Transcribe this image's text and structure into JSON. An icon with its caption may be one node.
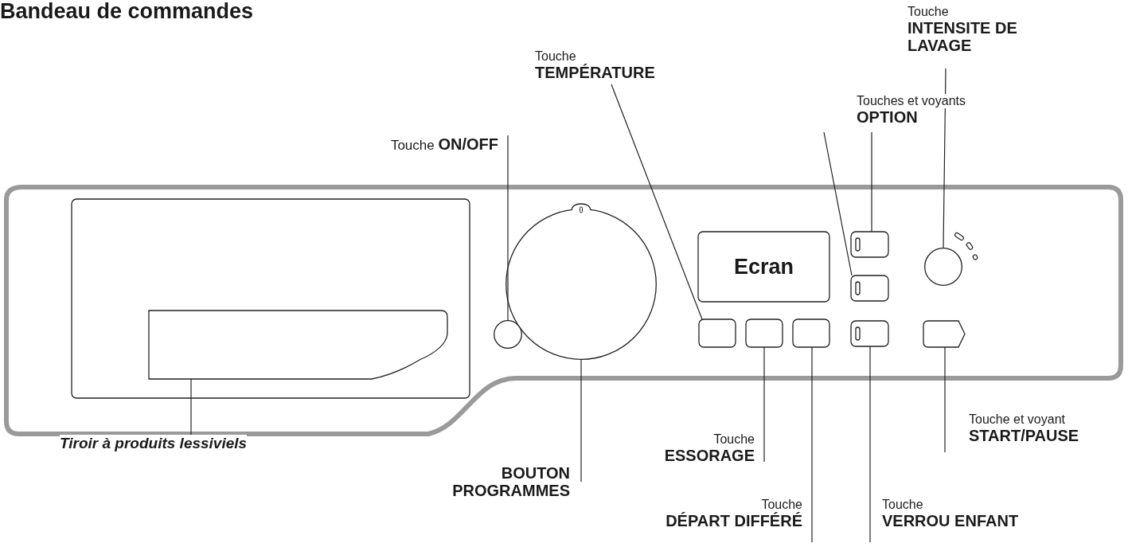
{
  "diagram": {
    "title": "Bandeau de commandes",
    "nodes": [
      {
        "text": [],
        "shape": "box"
      },
      {
        "text": [],
        "shape": "box",
        "in": 0
      },
      {
        "text": [],
        "shape": "box",
        "in": 1
      },
      {
        "text": [],
        "shape": "circle",
        "in": 0
      },
      {
        "text": [],
        "shape": "circle",
        "in": 0
      },
      {
        "text": [
          "Ecran"
        ],
        "in": 0
      },
      {
        "text": [],
        "shape": "box",
        "in": 0
      },
      {
        "text": [],
        "shape": "box",
        "in": 0
      },
      {
        "text": [],
        "shape": "box",
        "in": 0
      },
      {
        "text": [],
        "shape": "box",
        "in": 0
      },
      {
        "text": [],
        "shape": "box",
        "in": 0
      },
      {
        "text": [],
        "shape": "box",
        "in": 0
      },
      {
        "text": [],
        "shape": "circle",
        "in": 0
      },
      {
        "text": [],
        "shape": "box",
        "in": 0
      },
      {
        "text": [
          "Tiroir à produits lessiviels"
        ]
      },
      {
        "text": [
          "Touche **ON/OFF**"
        ]
      },
      {
        "text": [
          "BOUTON PROGRAMMES"
        ]
      },
      {
        "text": [
          "Touche",
          "TEMPÉRATURE"
        ]
      },
      {
        "text": [
          "Touche",
          "ESSORAGE"
        ]
      },
      {
        "text": [
          "Touche",
          "DÉPART DIFFÉRÉ"
        ]
      },
      {
        "text": [
          "Touches et voyants",
          "OPTION"
        ]
      },
      {
        "text": [
          "Touche",
          "VERROU ENFANT"
        ]
      },
      {
        "text": [
          "Touche",
          "INTENSITE DE LAVAGE"
        ]
      },
      {
        "text": [
          "Touche et voyant",
          "START/PAUSE"
        ]
      }
    ],
    "edges": [
      {
        "from": 14,
        "to": 2,
        "arrow": "none"
      },
      {
        "from": 15,
        "to": 3,
        "arrow": "none"
      },
      {
        "from": 16,
        "to": 4,
        "arrow": "none"
      },
      {
        "from": 17,
        "to": 6,
        "arrow": "none"
      },
      {
        "from": 18,
        "to": 7,
        "arrow": "none"
      },
      {
        "from": 19,
        "to": 8,
        "arrow": "none"
      },
      {
        "from": 20,
        "to": 9,
        "arrow": "none"
      },
      {
        "from": 20,
        "to": 10,
        "arrow": "none"
      },
      {
        "from": 21,
        "to": 11,
        "arrow": "none"
      },
      {
        "from": 22,
        "to": 12,
        "arrow": "none"
      },
      {
        "from": 23,
        "to": 13,
        "arrow": "none"
      }
    ]
  }
}
